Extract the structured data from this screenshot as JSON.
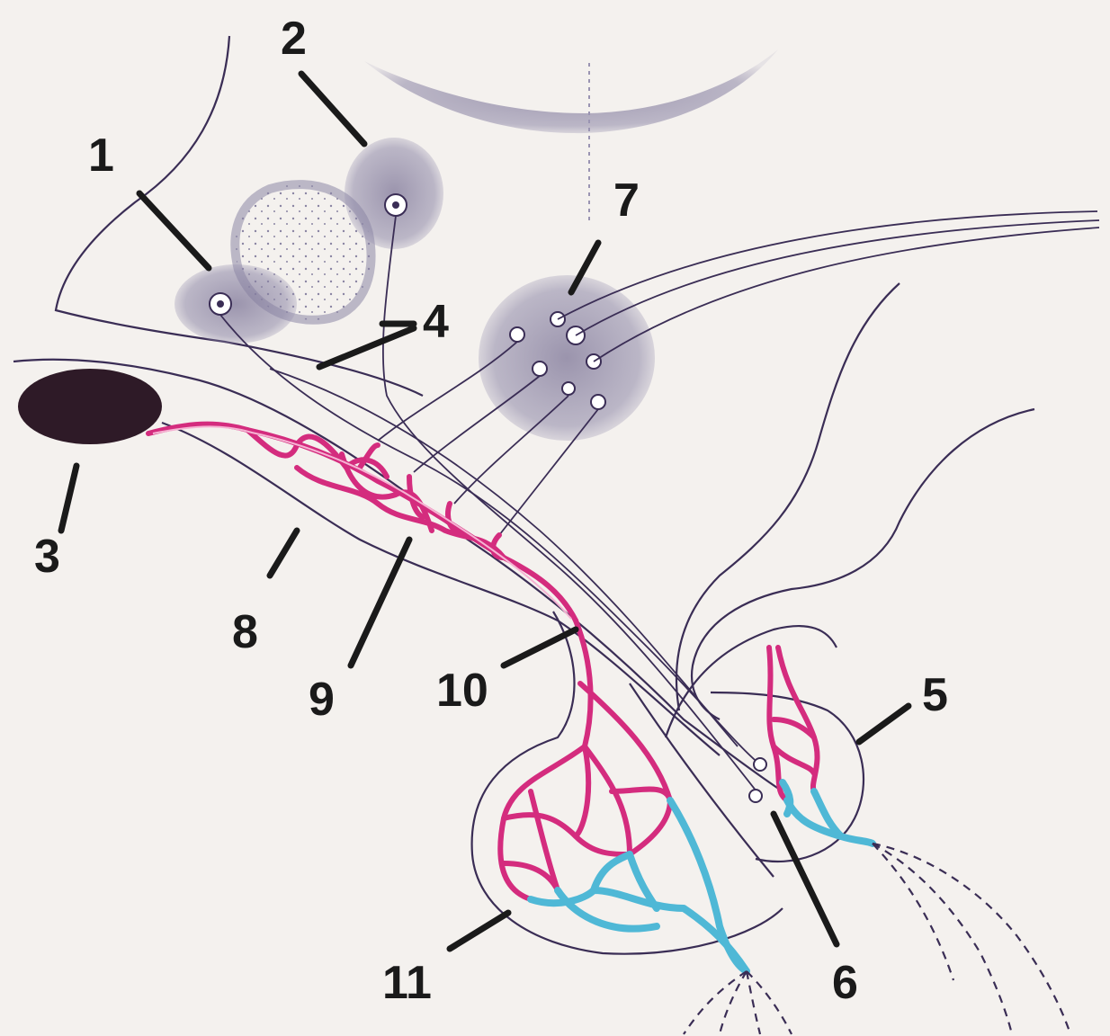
{
  "labels": {
    "l1": "1",
    "l2": "2",
    "l3": "3",
    "l4": "4",
    "l5": "5",
    "l6": "6",
    "l7": "7",
    "l8": "8",
    "l9": "9",
    "l10": "10",
    "l11": "11"
  },
  "colors": {
    "artery": "#d42c7e",
    "vein": "#4fb8d6",
    "nucleus_stipple": "#6b6488",
    "outline": "#3a2d55",
    "dark_body": "#2e1a27"
  }
}
